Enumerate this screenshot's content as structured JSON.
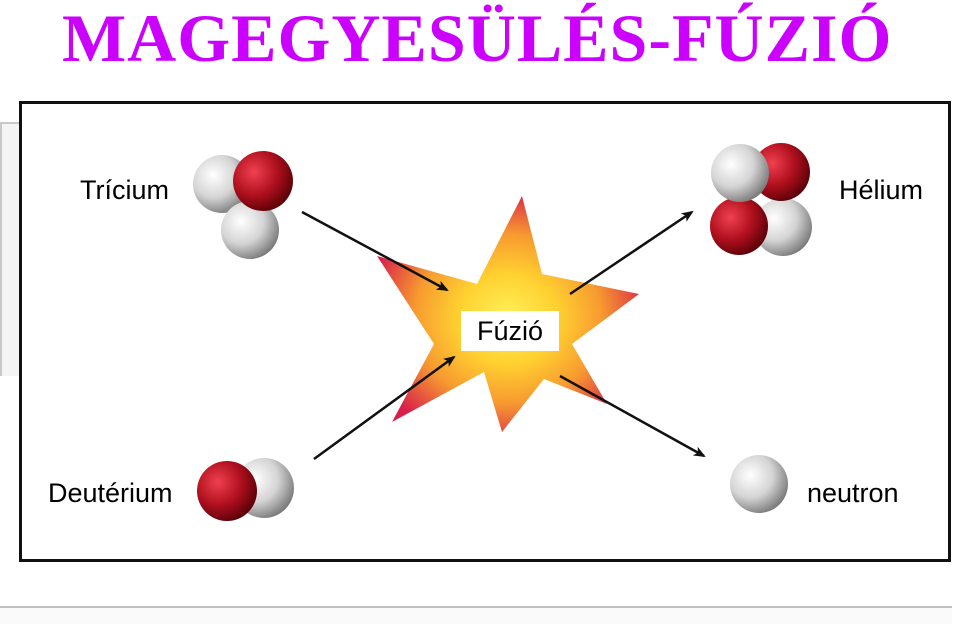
{
  "title": "MAGEGYESÜLÉS-FÚZIÓ",
  "labels": {
    "tritium": "Trícium",
    "helium": "Hélium",
    "deuterium": "Deutérium",
    "neutron": "neutron",
    "fusion": "Fúzió"
  },
  "colors": {
    "title": "#cc00ff",
    "proton": "#b0101e",
    "neutron_particle": "#d8d8d8",
    "star_center": "#ffe84a",
    "star_edge": "#d8204a"
  }
}
